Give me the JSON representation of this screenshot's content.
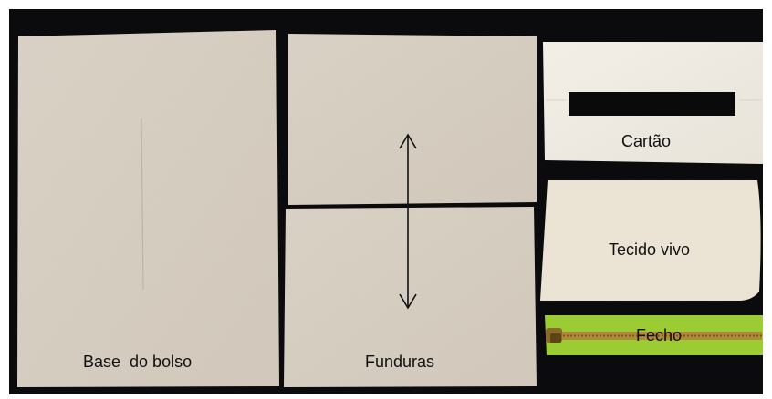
{
  "labels": {
    "base": "Base  do bolso",
    "funduras": "Funduras",
    "cartao": "Cartão",
    "tecido": "Tecido vivo",
    "fecho": "Fecho"
  }
}
